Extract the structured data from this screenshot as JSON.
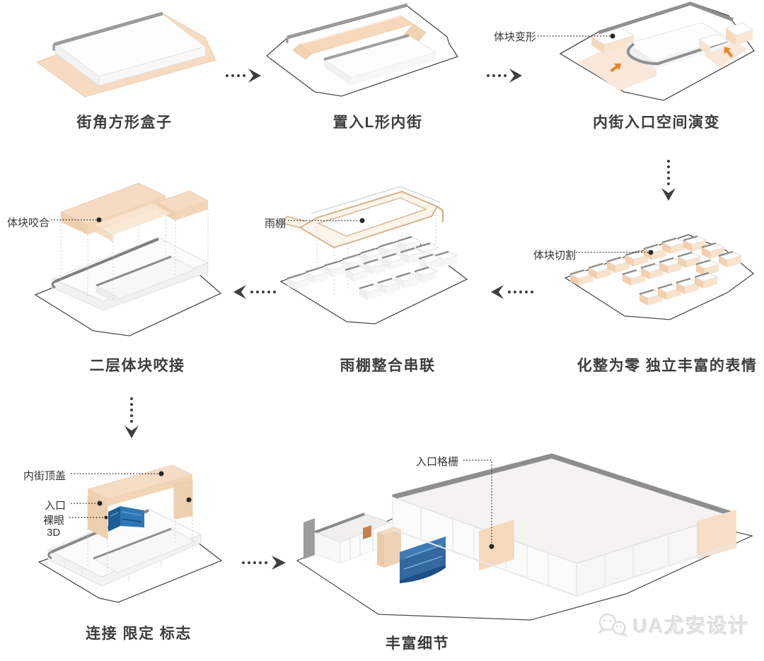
{
  "title_context": "architectural massing concept evolution diagram",
  "steps": [
    {
      "label": "街角方形盒子"
    },
    {
      "label": "置入L形内街"
    },
    {
      "label": "内街入口空间演变",
      "annotation": "体块变形"
    },
    {
      "label": "化整为零 独立丰富的表情",
      "annotation": "体块切割"
    },
    {
      "label": "雨棚整合串联",
      "annotation": "雨棚"
    },
    {
      "label": "二层体块咬接",
      "annotation": "体块咬合"
    },
    {
      "label": "连接 限定 标志",
      "annotations": {
        "canopy": "内街顶盖",
        "entrance": "入口",
        "naked_eye_line1": "裸眼",
        "naked_eye_line2": "3D"
      }
    },
    {
      "label": "丰富细节",
      "annotation": "入口格栅"
    }
  ],
  "watermark": {
    "text": "UA尤安设计"
  },
  "colors": {
    "peach": "#f4d7ba",
    "peach_light": "#f9e9dc",
    "tan_ribbon": "#d2ae85",
    "gray_bar": "#9a9a9a",
    "dark_outline": "#4a4a4a",
    "orange_arrow": "#e8842c",
    "blue_screen": "#2e77b5",
    "label_text": "#3d3d3d",
    "watermark_gray": "#e3e3e3"
  }
}
